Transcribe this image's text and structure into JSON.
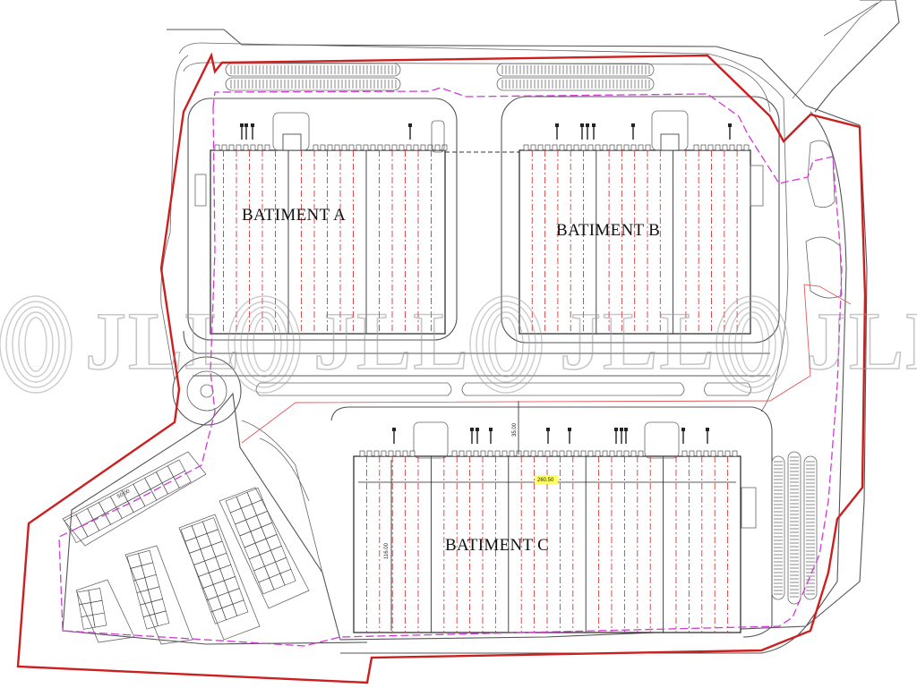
{
  "plan": {
    "buildings": [
      {
        "id": "A",
        "label": "BATIMENT A"
      },
      {
        "id": "B",
        "label": "BATIMENT B"
      },
      {
        "id": "C",
        "label": "BATIMENT C"
      }
    ],
    "dimensions": {
      "c_width": "260.50",
      "c_depth": "116.00",
      "gap_ac": "35.00",
      "parking_len": "50.00"
    },
    "watermark": "JLL",
    "colors": {
      "boundary": "#cc1f1f",
      "fire_route": "#d13ad6",
      "grid_lines": "#d23a3a",
      "dimension_highlight": "#ffff66"
    }
  }
}
